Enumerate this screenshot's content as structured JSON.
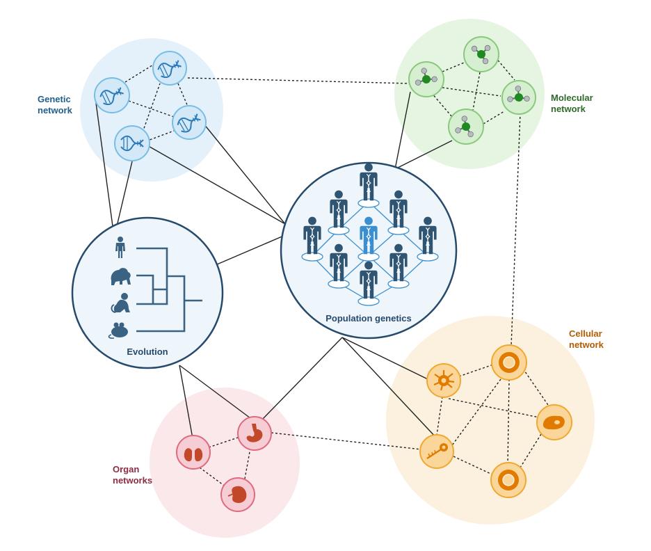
{
  "labels": {
    "genetic": "Genetic\nnetwork",
    "molecular": "Molecular\nnetwork",
    "cellular": "Cellular\nnetwork",
    "organ": "Organ\nnetworks",
    "evolution": "Evolution",
    "population": "Population genetics"
  },
  "colors": {
    "genetic": "#1f5f8a",
    "molecular": "#2e6b2a",
    "cellular": "#b35c00",
    "organ": "#8e2b45",
    "hub": "#264a6b",
    "human_highlight": "#3a8fd0"
  },
  "icons": {
    "genetic_nodes": "dna-icon",
    "molecular_nodes": "molecule-icon",
    "cellular_nodes": [
      "neuron-icon",
      "cell-icon",
      "cell-icon",
      "macrophage-icon",
      "sperm-cell-icon"
    ],
    "organ_nodes": [
      "lungs-icon",
      "stomach-icon",
      "kidney-icon"
    ],
    "evolution": [
      "human-icon",
      "gorilla-icon",
      "monkey-icon",
      "mouse-icon"
    ],
    "population": "human-icon"
  }
}
